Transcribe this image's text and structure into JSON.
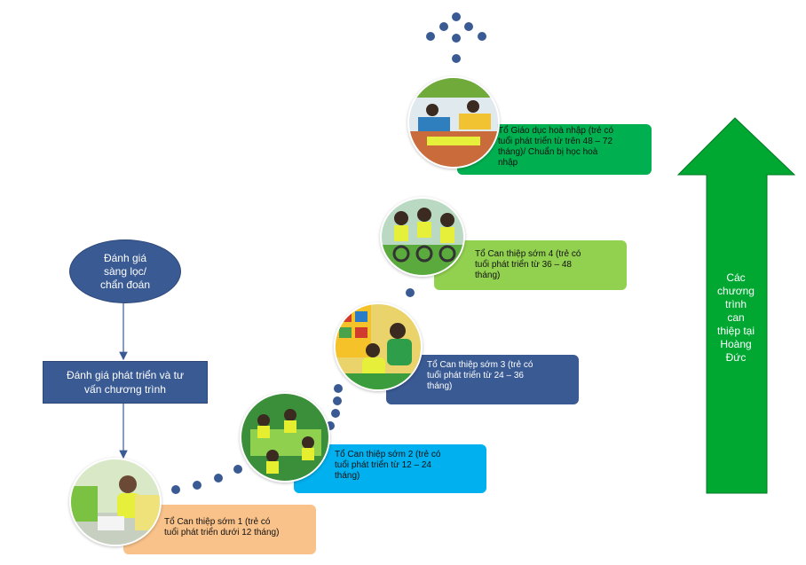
{
  "screening": {
    "lines": [
      "Đánh giá",
      "sàng lọc/",
      "chẩn đoán"
    ]
  },
  "assessment": {
    "lines": [
      "Đánh giá phát triển và tư",
      "vấn chương trình"
    ]
  },
  "steps": [
    {
      "lines": [
        "Tổ Can thiệp sớm 1 (trẻ có",
        "tuổi phát triển dưới 12 tháng)"
      ],
      "color": "#f9c28a"
    },
    {
      "lines": [
        "Tổ Can thiệp sớm 2 (trẻ có",
        "tuổi phát triển từ 12 – 24",
        "tháng)"
      ],
      "color": "#00b0ef"
    },
    {
      "lines": [
        "Tổ Can thiệp sớm 3 (trẻ có",
        "tuổi phát triển từ 24 – 36",
        "tháng)"
      ],
      "color": "#3a5a94"
    },
    {
      "lines": [
        "Tổ Can thiệp sớm 4 (trẻ có",
        "tuổi phát triển từ 36 – 48",
        "tháng)"
      ],
      "color": "#92d050"
    },
    {
      "lines": [
        "Tổ Giáo dục hoà nhập (trẻ có",
        "tuổi phát triển từ trên 48 – 72",
        "tháng)/ Chuẩn bị học hoà",
        "nhập"
      ],
      "color": "#00b050"
    }
  ],
  "arrow": {
    "lines": [
      "Các",
      "chương",
      "trình",
      "can",
      "thiệp tại",
      "Hoàng",
      "Đức"
    ],
    "color": "#00a832"
  },
  "colors": {
    "dark_blue": "#3a5a94",
    "dot": "#3a5a94",
    "white": "#ffffff"
  }
}
